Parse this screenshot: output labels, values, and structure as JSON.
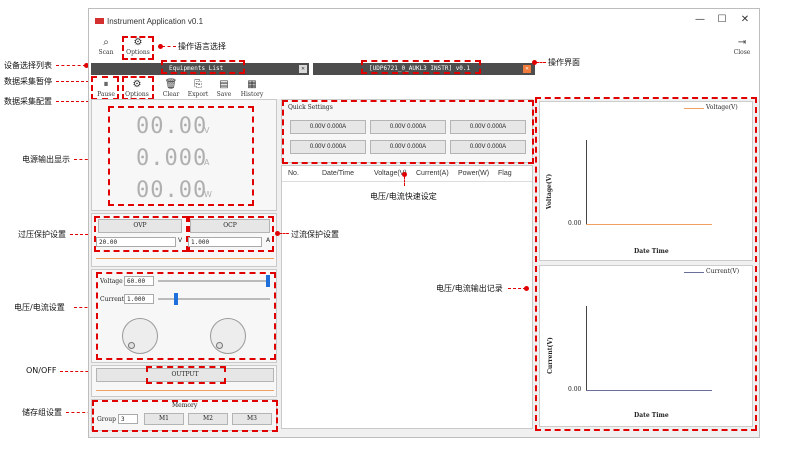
{
  "app": {
    "title": "Instrument Application v0.1",
    "logo_color": "#d32f2f"
  },
  "window_controls": {
    "minimize": "—",
    "maximize": "☐",
    "close": "✕"
  },
  "toolbar_top": {
    "scan": {
      "label": "Scan",
      "icon": "search-icon"
    },
    "options": {
      "label": "Options",
      "icon": "gear-icon"
    },
    "close": {
      "label": "Close",
      "icon": "exit-icon"
    }
  },
  "tabs": {
    "equipments": {
      "label": "Equipments List"
    },
    "device": {
      "label": "[UDP6721_0_AUKL3  INSTR] v0.1"
    }
  },
  "toolbar_data": {
    "pause": {
      "label": "Pause",
      "icon": "pause-icon"
    },
    "options": {
      "label": "Options",
      "icon": "gear-icon"
    },
    "clear": {
      "label": "Clear",
      "icon": "trash-icon"
    },
    "export": {
      "label": "Export",
      "icon": "export-icon"
    },
    "save": {
      "label": "Save",
      "icon": "save-icon"
    },
    "history": {
      "label": "History",
      "icon": "history-icon"
    }
  },
  "display": {
    "voltage": {
      "value": "00.00",
      "unit": "V"
    },
    "current": {
      "value": "0.000",
      "unit": "A"
    },
    "power": {
      "value": "00.00",
      "unit": "W"
    }
  },
  "protection": {
    "ovp_label": "OVP",
    "ocp_label": "OCP",
    "ovp_value": "20.00",
    "ovp_unit": "V",
    "ocp_value": "1.000",
    "ocp_unit": "A"
  },
  "setting": {
    "voltage_label": "Voltage",
    "voltage_value": "60.00",
    "current_label": "Current",
    "current_value": "1.000",
    "voltage_slider_fraction": 1.0,
    "current_slider_fraction": 0.15
  },
  "output": {
    "label": "OUTPUT"
  },
  "memory": {
    "title": "Memory",
    "group_label": "Group",
    "group_value": "3",
    "m1": "M1",
    "m2": "M2",
    "m3": "M3"
  },
  "quick_settings": {
    "title": "Quick Settings",
    "items": [
      "0.00V 0.000A",
      "0.00V 0.000A",
      "0.00V 0.000A",
      "0.00V 0.000A",
      "0.00V 0.000A",
      "0.00V 0.000A"
    ]
  },
  "record_table": {
    "columns": [
      "No.",
      "Date/Time",
      "Voltage(V)",
      "Current(A)",
      "Power(W)",
      "Flag"
    ]
  },
  "charts": {
    "voltage": {
      "legend": "Voltage(V)",
      "ylabel": "Voltage(V)",
      "xlabel": "Date Time",
      "ytick": "0.00",
      "line_color": "#f0a060"
    },
    "current": {
      "legend": "Current(V)",
      "ylabel": "Current(V)",
      "xlabel": "Date Time",
      "ytick": "0.00",
      "line_color": "#6a6f9a"
    }
  },
  "annotations": {
    "device_list": "设备选择列表",
    "pause": "数据采集暂停",
    "acq_config": "数据采集配置",
    "power_display": "电源输出显示",
    "ovp": "过压保护设置",
    "vi_setting": "电压/电流设置",
    "onoff": "ON/OFF",
    "memory": "储存组设置",
    "lang": "操作语言选择",
    "op_ui": "操作界面",
    "quick": "电压/电流快速设定",
    "ocp": "过流保护设置",
    "record": "电压/电流输出记录"
  }
}
